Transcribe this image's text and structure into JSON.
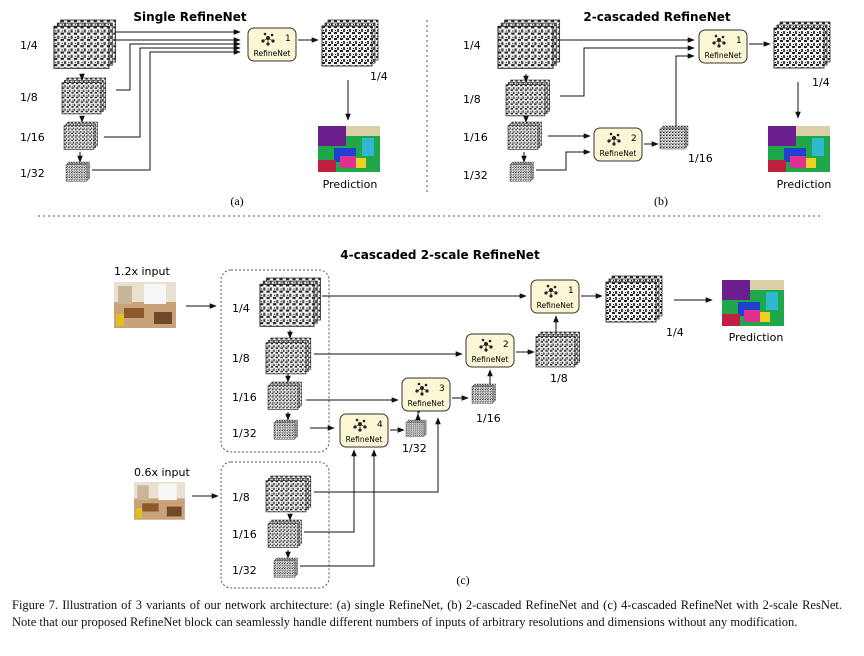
{
  "panel_a": {
    "title": "Single RefineNet",
    "scales": [
      "1/4",
      "1/8",
      "1/16",
      "1/32"
    ],
    "block": {
      "name": "RefineNet",
      "index": "1"
    },
    "output_scale": "1/4",
    "prediction_label": "Prediction",
    "sublabel": "(a)"
  },
  "panel_b": {
    "title": "2-cascaded RefineNet",
    "scales": [
      "1/4",
      "1/8",
      "1/16",
      "1/32"
    ],
    "blocks": [
      {
        "name": "RefineNet",
        "index": "1"
      },
      {
        "name": "RefineNet",
        "index": "2"
      }
    ],
    "intermediate_scale": "1/16",
    "output_scale": "1/4",
    "prediction_label": "Prediction",
    "sublabel": "(b)"
  },
  "panel_c": {
    "title": "4-cascaded 2-scale RefineNet",
    "input_large": "1.2x input",
    "input_small": "0.6x input",
    "scales_large": [
      "1/4",
      "1/8",
      "1/16",
      "1/32"
    ],
    "scales_small": [
      "1/8",
      "1/16",
      "1/32"
    ],
    "blocks": [
      {
        "name": "RefineNet",
        "index": "1"
      },
      {
        "name": "RefineNet",
        "index": "2"
      },
      {
        "name": "RefineNet",
        "index": "3"
      },
      {
        "name": "RefineNet",
        "index": "4"
      }
    ],
    "intermediate_scales": [
      "1/32",
      "1/16",
      "1/8",
      "1/4"
    ],
    "prediction_label": "Prediction",
    "sublabel": "(c)"
  },
  "caption": "Figure 7. Illustration of 3 variants of our network architecture: (a) single RefineNet, (b) 2-cascaded RefineNet and (c) 4-cascaded RefineNet with 2-scale ResNet. Note that our proposed RefineNet block can seamlessly handle different numbers of inputs of arbitrary resolutions and dimensions without any modification.",
  "colors": {
    "block_fill": "#fbf6d4",
    "block_stroke": "#333333",
    "arrow": "#111111",
    "separator": "#555555"
  }
}
